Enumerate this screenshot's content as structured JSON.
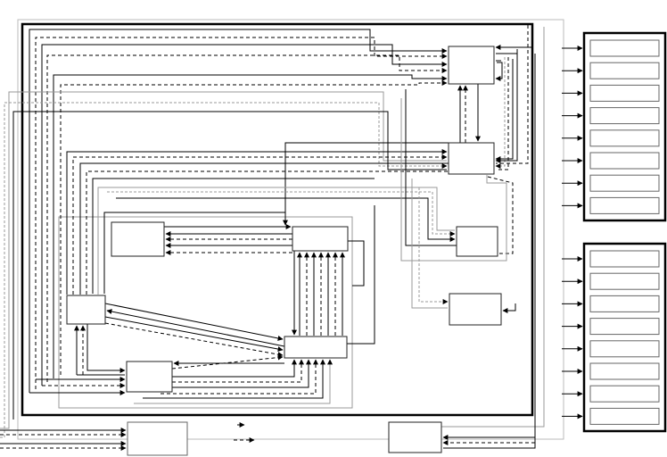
{
  "diagram": {
    "colors": {
      "line": "#000000",
      "secondary_line": "#999999",
      "background": "#ffffff"
    },
    "line_styles": [
      "solid",
      "dashed",
      "gray"
    ],
    "arrowhead-icon": "filled-triangle",
    "right_panels": [
      {
        "items": 8
      },
      {
        "items": 8
      }
    ]
  }
}
